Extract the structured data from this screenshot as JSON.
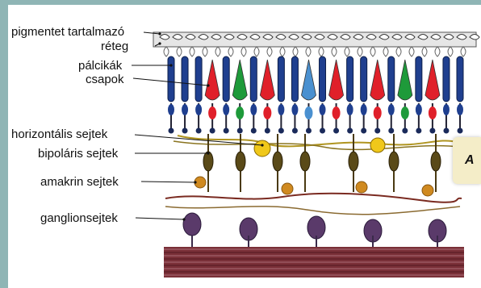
{
  "labels": {
    "pigment_line1": "pigmentet tartalmazó",
    "pigment_line2": "réteg",
    "rods": "pálcikák",
    "cones": "csapok",
    "horizontal": "horizontális sejtek",
    "bipolar": "bipoláris sejtek",
    "amacrine": "amakrin sejtek",
    "ganglion": "ganglionsejtek"
  },
  "panel_letter": "A",
  "colors": {
    "frame": "#8fb5b5",
    "background": "#ffffff",
    "rod": "#1f3f8f",
    "cone_red": "#e0202a",
    "cone_green": "#1e9a3a",
    "cone_blue": "#4a90d0",
    "horizontal_cell": "#f0c81a",
    "bipolar_cell": "#5a4a18",
    "amacrine_cell": "#d08a20",
    "ganglion_cell": "#5a3a6a",
    "nerve_fiber": "#5a1e24",
    "panel": "#f4edc8"
  }
}
